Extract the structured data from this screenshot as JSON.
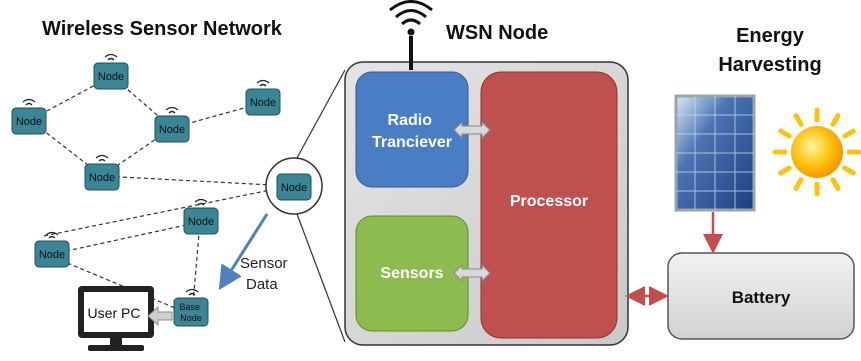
{
  "titles": {
    "network": "Wireless Sensor Network",
    "node": "WSN Node",
    "energy_line1": "Energy",
    "energy_line2": "Harvesting"
  },
  "network": {
    "node_label": "Node",
    "base_line1": "Base",
    "base_line2": "Node",
    "sensor_data_line1": "Sensor",
    "sensor_data_line2": "Data",
    "user_pc": "User PC"
  },
  "node_box": {
    "radio_line1": "Radio",
    "radio_line2": "Tranciever",
    "processor": "Processor",
    "sensors": "Sensors"
  },
  "energy": {
    "battery": "Battery"
  },
  "colors": {
    "node_fill": "#3b8596",
    "radio_fill": "#4a7ec4",
    "processor_fill": "#c0504d",
    "sensors_fill": "#8cbb4f",
    "link_arrow": "#c0504d",
    "data_arrow": "#4f81bd"
  }
}
